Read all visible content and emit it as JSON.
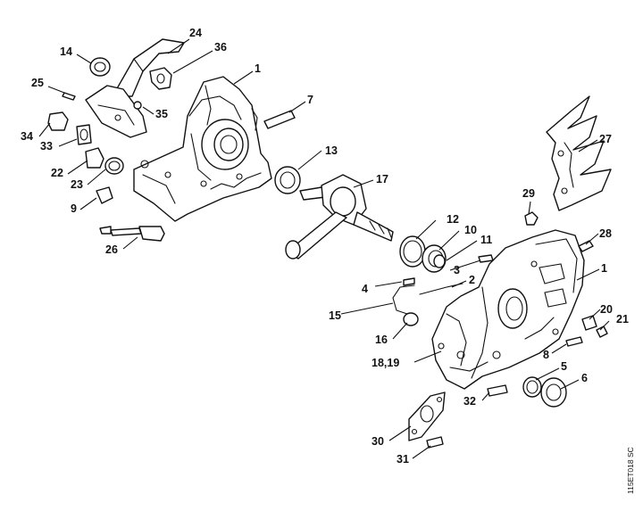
{
  "diagram": {
    "code": "115ET018 SC",
    "callouts": [
      "24",
      "36",
      "14",
      "1",
      "25",
      "35",
      "7",
      "34",
      "33",
      "22",
      "23",
      "13",
      "17",
      "9",
      "27",
      "29",
      "26",
      "12",
      "10",
      "11",
      "28",
      "1",
      "4",
      "3",
      "2",
      "15",
      "16",
      "20",
      "21",
      "8",
      "18,19",
      "5",
      "6",
      "32",
      "30",
      "31"
    ]
  }
}
